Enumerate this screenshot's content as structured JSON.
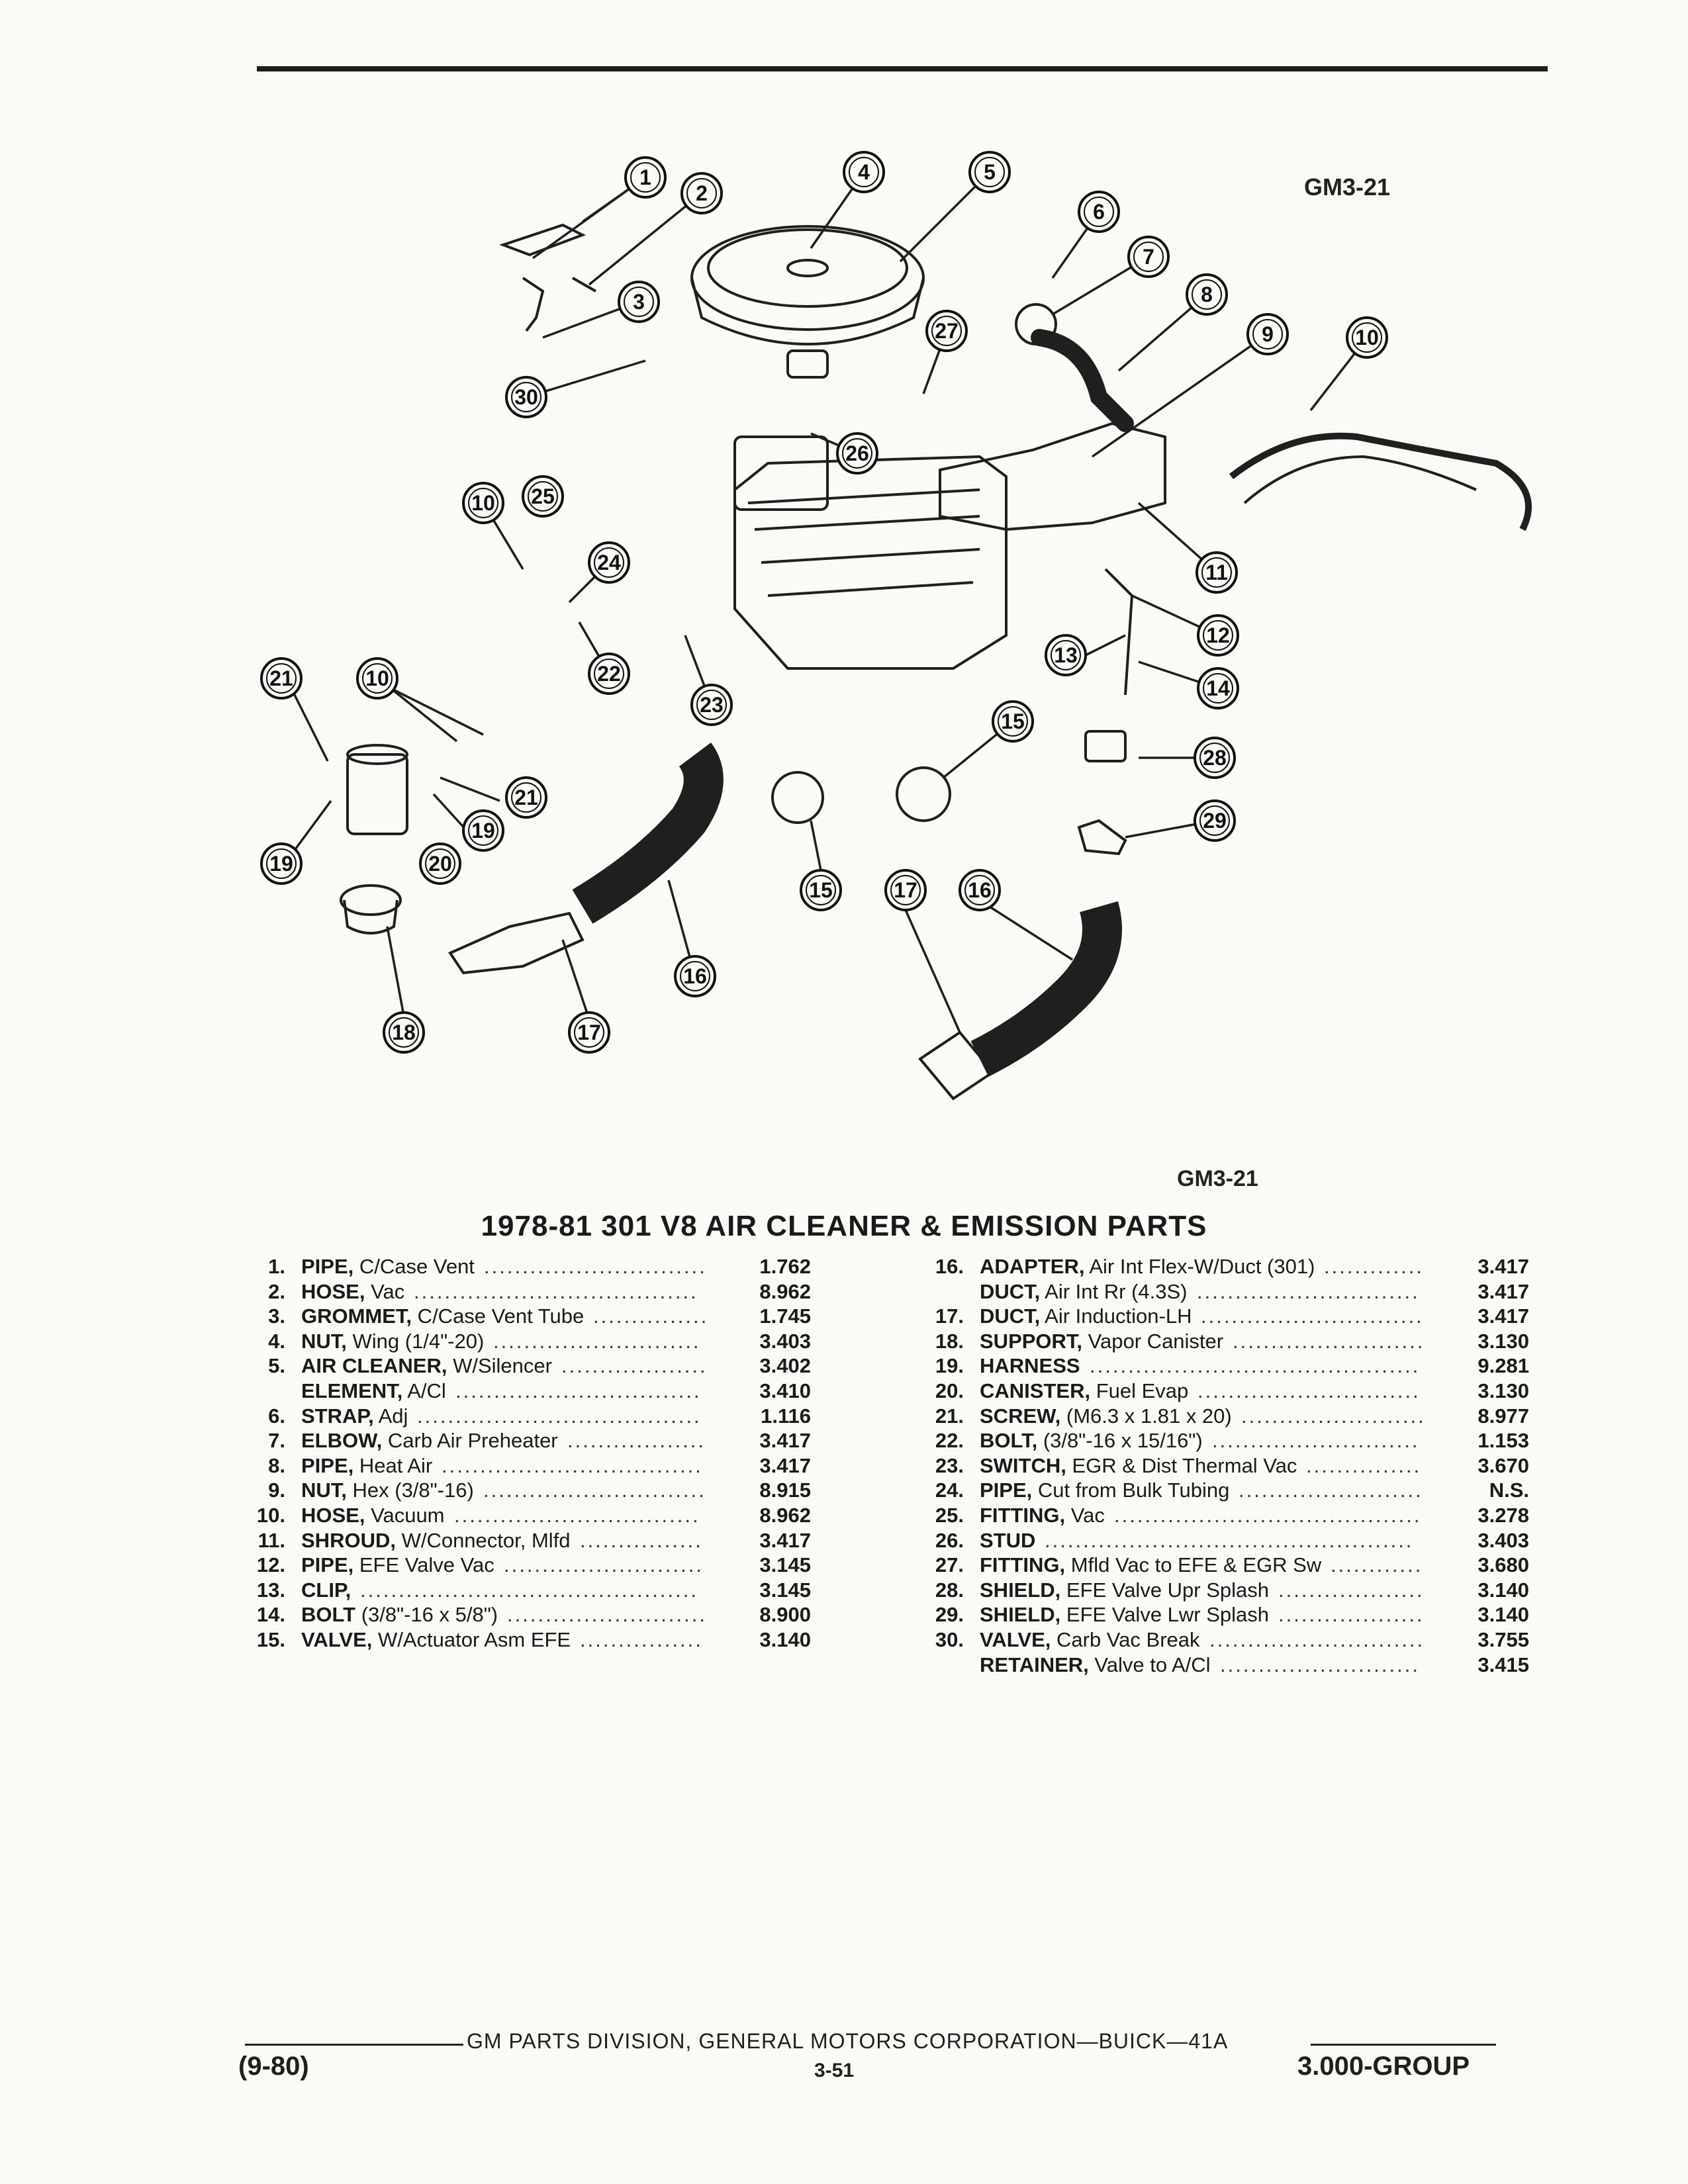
{
  "figure": {
    "id_top": "GM3-21",
    "id_bottom": "GM3-21"
  },
  "callouts": [
    "1",
    "2",
    "3",
    "4",
    "5",
    "6",
    "7",
    "8",
    "9",
    "10",
    "27",
    "30",
    "26",
    "25",
    "10",
    "24",
    "11",
    "22",
    "23",
    "12",
    "13",
    "14",
    "21",
    "10",
    "15",
    "28",
    "21",
    "19",
    "20",
    "29",
    "19",
    "15",
    "17",
    "16",
    "16",
    "18",
    "17"
  ],
  "title": "1978-81 301 V8 AIR CLEANER & EMISSION PARTS",
  "parts_left": [
    {
      "num": "1.",
      "name": "PIPE,",
      "desc": " C/Case Vent",
      "code": "1.762"
    },
    {
      "num": "2.",
      "name": "HOSE,",
      "desc": " Vac",
      "code": "8.962"
    },
    {
      "num": "3.",
      "name": "GROMMET,",
      "desc": " C/Case Vent Tube",
      "code": "1.745"
    },
    {
      "num": "4.",
      "name": "NUT,",
      "desc": " Wing (1/4\"-20)",
      "code": "3.403"
    },
    {
      "num": "5.",
      "name": "AIR CLEANER,",
      "desc": " W/Silencer",
      "code": "3.402"
    },
    {
      "num": "",
      "name": "ELEMENT,",
      "desc": " A/Cl",
      "code": "3.410"
    },
    {
      "num": "6.",
      "name": "STRAP,",
      "desc": " Adj",
      "code": "1.116"
    },
    {
      "num": "7.",
      "name": "ELBOW,",
      "desc": " Carb Air Preheater",
      "code": "3.417"
    },
    {
      "num": "8.",
      "name": "PIPE,",
      "desc": " Heat Air",
      "code": "3.417"
    },
    {
      "num": "9.",
      "name": "NUT,",
      "desc": " Hex (3/8\"-16)",
      "code": "8.915"
    },
    {
      "num": "10.",
      "name": "HOSE,",
      "desc": " Vacuum",
      "code": "8.962"
    },
    {
      "num": "11.",
      "name": "SHROUD,",
      "desc": " W/Connector, Mlfd",
      "code": "3.417"
    },
    {
      "num": "12.",
      "name": "PIPE,",
      "desc": " EFE Valve Vac",
      "code": "3.145"
    },
    {
      "num": "13.",
      "name": "CLIP,",
      "desc": "",
      "code": "3.145"
    },
    {
      "num": "14.",
      "name": "BOLT",
      "desc": " (3/8\"-16 x 5/8\")",
      "code": "8.900"
    },
    {
      "num": "15.",
      "name": "VALVE,",
      "desc": " W/Actuator Asm EFE",
      "code": "3.140"
    }
  ],
  "parts_right": [
    {
      "num": "16.",
      "name": "ADAPTER,",
      "desc": " Air Int Flex-W/Duct (301)",
      "code": "3.417"
    },
    {
      "num": "",
      "name": "DUCT,",
      "desc": " Air Int Rr (4.3S)",
      "code": "3.417"
    },
    {
      "num": "17.",
      "name": "DUCT,",
      "desc": " Air Induction-LH",
      "code": "3.417"
    },
    {
      "num": "18.",
      "name": "SUPPORT,",
      "desc": " Vapor Canister",
      "code": "3.130"
    },
    {
      "num": "19.",
      "name": "HARNESS",
      "desc": "",
      "code": "9.281"
    },
    {
      "num": "20.",
      "name": "CANISTER,",
      "desc": " Fuel Evap",
      "code": "3.130"
    },
    {
      "num": "21.",
      "name": "SCREW,",
      "desc": " (M6.3 x 1.81 x 20)",
      "code": "8.977"
    },
    {
      "num": "22.",
      "name": "BOLT,",
      "desc": " (3/8\"-16 x 15/16\")",
      "code": "1.153"
    },
    {
      "num": "23.",
      "name": "SWITCH,",
      "desc": " EGR & Dist Thermal Vac",
      "code": "3.670"
    },
    {
      "num": "24.",
      "name": "PIPE,",
      "desc": " Cut from Bulk Tubing",
      "code": "N.S."
    },
    {
      "num": "25.",
      "name": "FITTING,",
      "desc": " Vac",
      "code": "3.278"
    },
    {
      "num": "26.",
      "name": "STUD",
      "desc": "",
      "code": "3.403"
    },
    {
      "num": "27.",
      "name": "FITTING,",
      "desc": " Mfld Vac to EFE & EGR Sw",
      "code": "3.680"
    },
    {
      "num": "28.",
      "name": "SHIELD,",
      "desc": " EFE Valve Upr Splash",
      "code": "3.140"
    },
    {
      "num": "29.",
      "name": "SHIELD,",
      "desc": " EFE Valve Lwr Splash",
      "code": "3.140"
    },
    {
      "num": "30.",
      "name": "VALVE,",
      "desc": " Carb Vac Break",
      "code": "3.755"
    },
    {
      "num": "",
      "name": "RETAINER,",
      "desc": " Valve to A/Cl",
      "code": "3.415"
    }
  ],
  "footer": {
    "center": "GM PARTS DIVISION, GENERAL MOTORS CORPORATION—BUICK—41A",
    "page": "3-51",
    "date": "(9-80)",
    "group": "3.000-GROUP"
  }
}
